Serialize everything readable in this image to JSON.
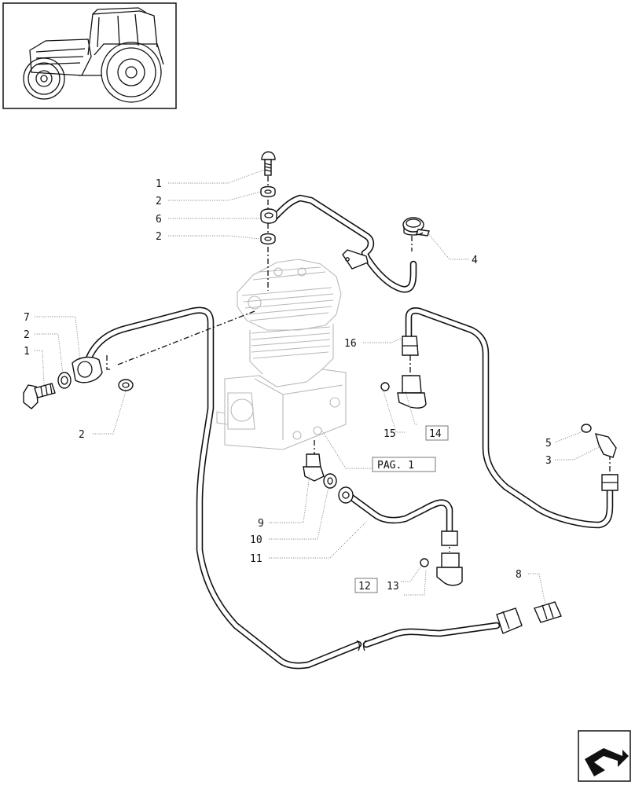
{
  "callouts": {
    "c1_top": "1",
    "c2_top_a": "2",
    "c6": "6",
    "c2_top_b": "2",
    "c4": "4",
    "c7": "7",
    "c2_left": "2",
    "c1_left": "1",
    "c2_bottom": "2",
    "c16": "16",
    "c15": "15",
    "c14": "14",
    "c5": "5",
    "c3": "3",
    "ref_page": "PAG. 1",
    "c9": "9",
    "c10": "10",
    "c11": "11",
    "c12": "12",
    "c13": "13",
    "c8": "8"
  },
  "icons": {
    "thumbnail": "tractor-thumbnail-icon",
    "navigation": "next-page-arrow-icon"
  }
}
